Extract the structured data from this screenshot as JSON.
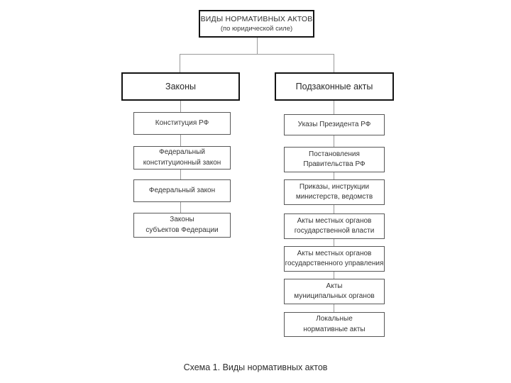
{
  "colors": {
    "background": "#ffffff",
    "strong_border": "#141414",
    "child_border": "#585858",
    "connector": "#9a9a9a",
    "text": "#333333"
  },
  "diagram": {
    "root": {
      "title": "ВИДЫ НОРМАТИВНЫХ АКТОВ",
      "subtitle": "(по юридической силе)"
    },
    "branches": [
      {
        "label": "Законы",
        "children": [
          "Конституция РФ",
          "Федеральный\nконституционный закон",
          "Федеральный закон",
          "Законы\nсубъектов Федерации"
        ]
      },
      {
        "label": "Подзаконные акты",
        "children": [
          "Указы Президента РФ",
          "Постановления\nПравительства РФ",
          "Приказы, инструкции\nминистерств, ведомств",
          "Акты местных органов\nгосударственной власти",
          "Акты местных органов\nгосударственного управления",
          "Акты\nмуниципальных органов",
          "Локальные\nнормативные акты"
        ]
      }
    ],
    "caption": "Схема 1. Виды нормативных актов"
  }
}
